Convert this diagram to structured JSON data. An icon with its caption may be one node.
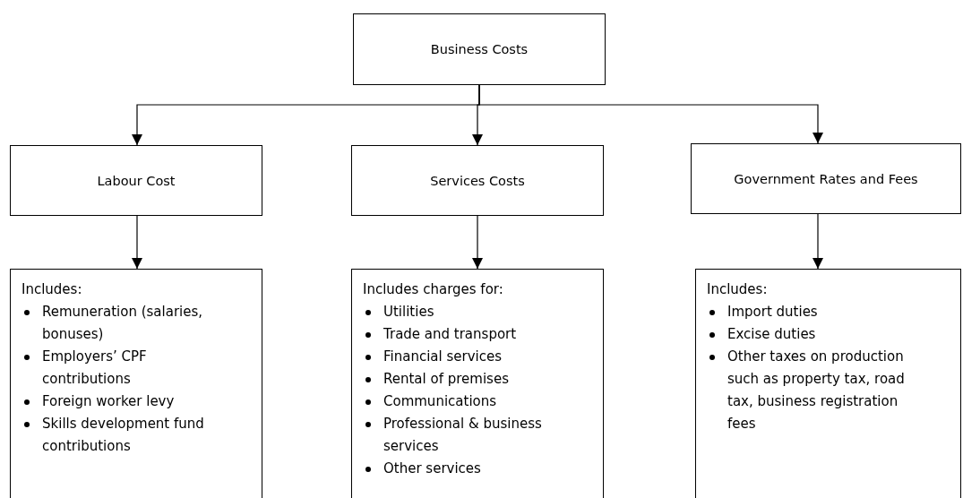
{
  "diagram": {
    "nodes": [
      {
        "text": [
          "Business Costs"
        ]
      },
      {
        "text": [
          "Labour Cost"
        ]
      },
      {
        "text": [
          "Services Costs"
        ]
      },
      {
        "text": [
          "Government Rates and Fees"
        ]
      },
      {
        "text": [
          "Includes:",
          "Remuneration (salaries, bonuses)",
          "Employers’ CPF contributions",
          "Foreign worker levy",
          "Skills development fund contributions"
        ]
      },
      {
        "text": [
          "Includes charges for:",
          "Utilities",
          "Trade and transport",
          "Financial services",
          "Rental of premises",
          "Communications",
          "Professional & business services",
          "Other services"
        ]
      },
      {
        "text": [
          "Includes:",
          "Import duties",
          "Excise duties",
          "Other taxes on production such as property tax, road tax, business registration fees"
        ]
      }
    ],
    "edges": [
      {
        "from": 0,
        "to": 1,
        "arrow": "to"
      },
      {
        "from": 0,
        "to": 2,
        "arrow": "to"
      },
      {
        "from": 0,
        "to": 3,
        "arrow": "to"
      },
      {
        "from": 1,
        "to": 4,
        "arrow": "to"
      },
      {
        "from": 2,
        "to": 5,
        "arrow": "to"
      },
      {
        "from": 3,
        "to": 6,
        "arrow": "to"
      }
    ]
  }
}
